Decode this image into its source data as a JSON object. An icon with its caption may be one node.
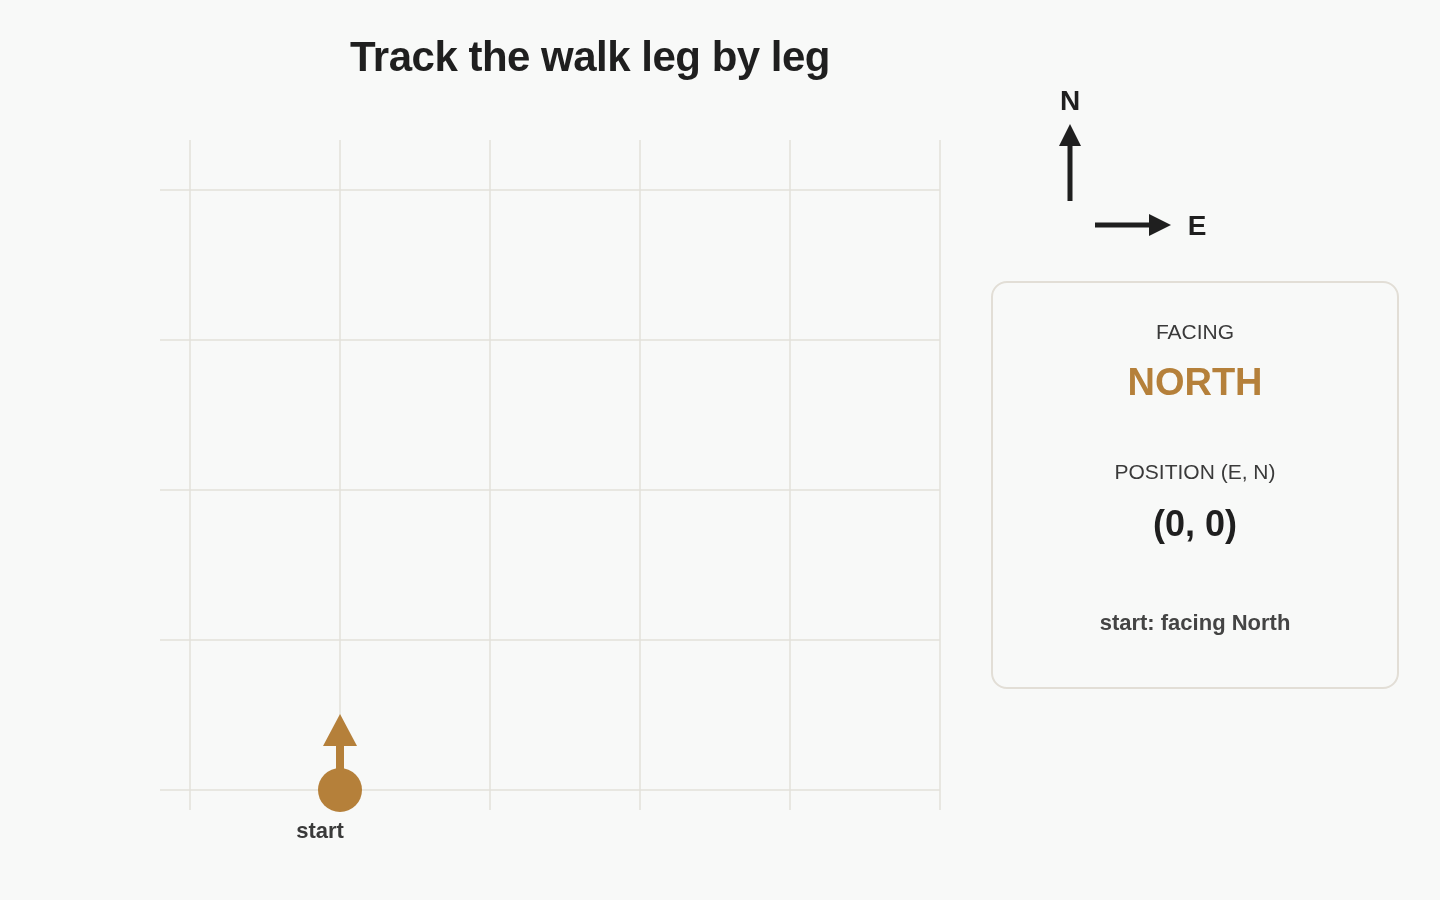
{
  "diagram": {
    "title": "Track the walk leg by leg",
    "nodes": [
      {
        "text": [
          "FACING",
          "NORTH",
          "POSITION (E, N)",
          "(0, 0)",
          "start: facing North"
        ]
      },
      {
        "text": [],
        "shape": "circle",
        "beside": [
          "start"
        ]
      }
    ],
    "labels": [
      "N",
      "E"
    ]
  }
}
